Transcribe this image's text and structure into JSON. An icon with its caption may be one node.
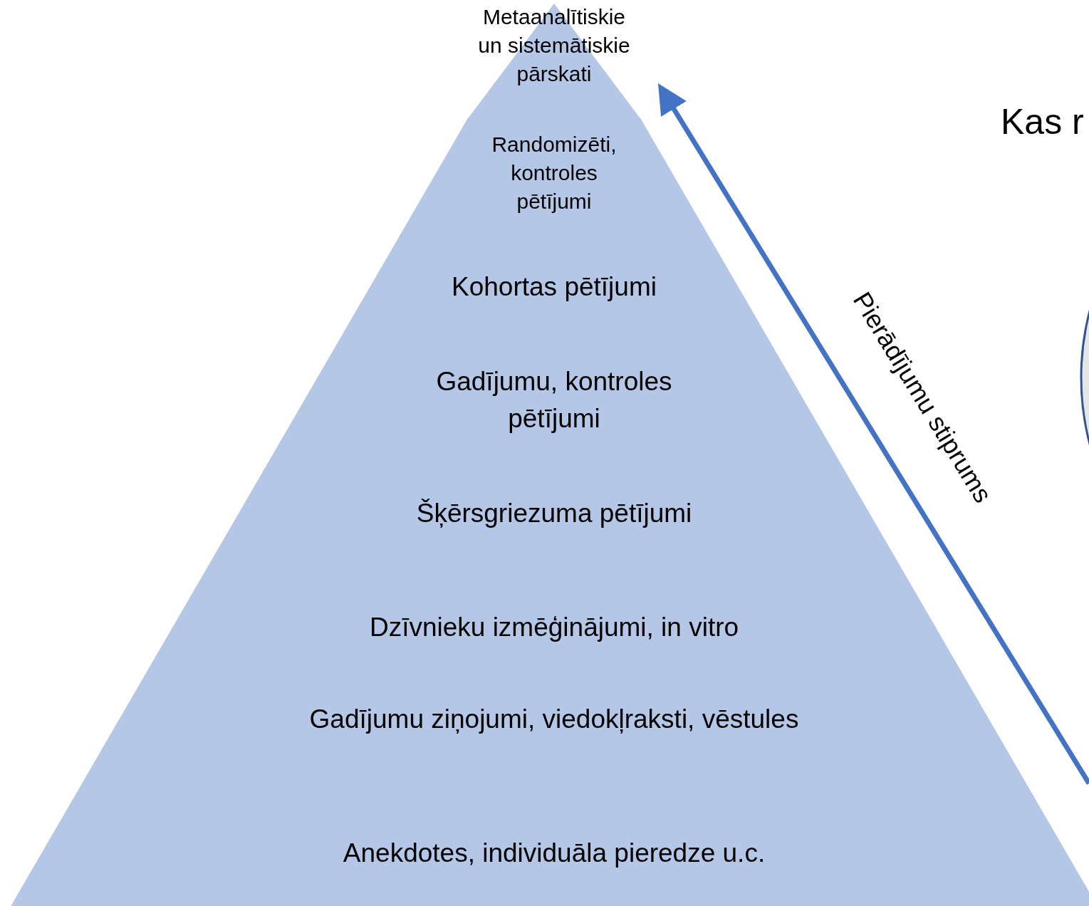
{
  "diagram": {
    "nodes": [
      {
        "text": [
          "Metaanalītiskie un sistemātiskie pārskati"
        ]
      },
      {
        "text": [
          "Randomizēti, kontroles pētījumi"
        ]
      },
      {
        "text": [
          "Kohortas pētījumi"
        ]
      },
      {
        "text": [
          "Gadījumu, kontroles pētījumi",
          "Šķērsgriezuma pētījumi"
        ]
      },
      {
        "text": [
          "Dzīvnieku izmēģinājumi, in vitro"
        ]
      },
      {
        "text": [
          "Gadījumu ziņojumi, viedokļraksti, vēstules"
        ]
      },
      {
        "text": [
          "Anekdotes, individuāla pieredze u.c."
        ]
      }
    ],
    "edges": [],
    "labels": [
      "Pierādījumu stiprums",
      "Kas r"
    ]
  }
}
